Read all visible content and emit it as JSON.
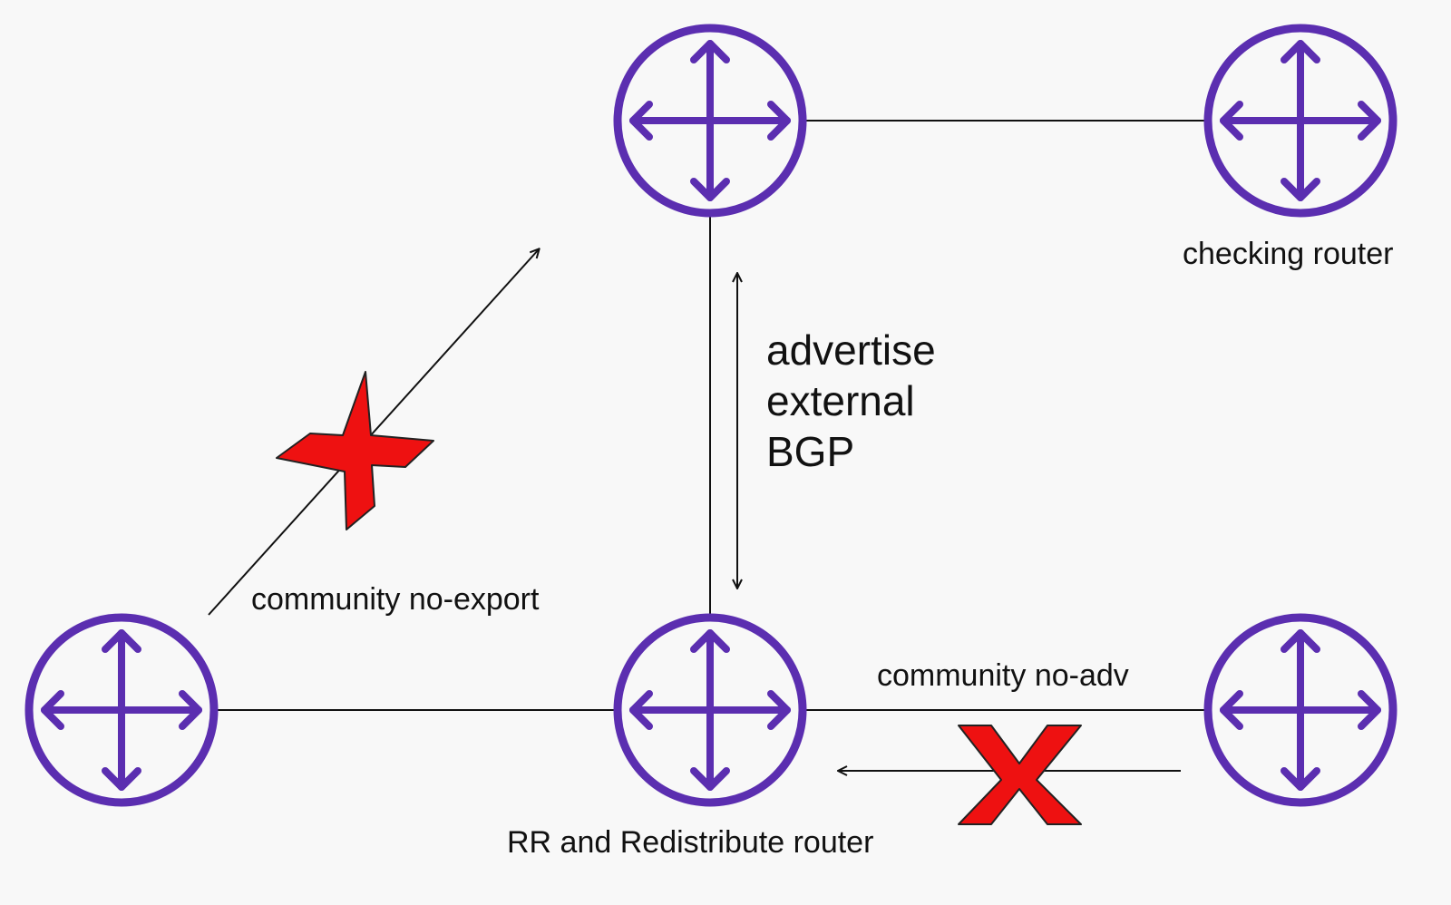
{
  "colors": {
    "background": "#f8f8f8",
    "router": "#5b2eb0",
    "line": "#111111",
    "block_mark": "#ee1111"
  },
  "routers": [
    {
      "id": "top-center",
      "icon": "router-icon",
      "label": ""
    },
    {
      "id": "top-right",
      "icon": "router-icon",
      "label": "checking router"
    },
    {
      "id": "bottom-left",
      "icon": "router-icon",
      "label": ""
    },
    {
      "id": "bottom-center",
      "icon": "router-icon",
      "label": "RR and Redistribute router"
    },
    {
      "id": "bottom-right",
      "icon": "router-icon",
      "label": ""
    }
  ],
  "labels": {
    "checking_router": "checking router",
    "rr_router": "RR and Redistribute router",
    "no_export": "community no-export",
    "no_adv": "community no-adv",
    "advertise_line1": "advertise",
    "advertise_line2": "external",
    "advertise_line3": "BGP"
  },
  "blocked_marks": [
    {
      "icon": "red-x-icon",
      "on": "community no-export arrow"
    },
    {
      "icon": "red-x-icon",
      "on": "community no-adv arrow"
    }
  ]
}
